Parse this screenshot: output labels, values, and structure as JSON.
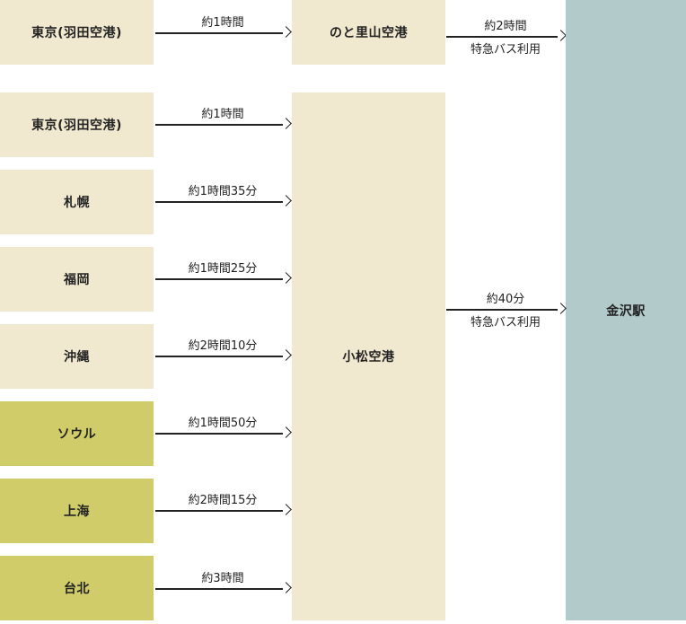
{
  "origins": [
    {
      "name": "東京(羽田空港)",
      "time": "約1時間"
    },
    {
      "name": "札幌",
      "time": "約1時間35分"
    },
    {
      "name": "福岡",
      "time": "約1時間25分"
    },
    {
      "name": "沖縄",
      "time": "約2時間10分"
    },
    {
      "name": "ソウル",
      "time": "約1時間50分"
    },
    {
      "name": "上海",
      "time": "約2時間15分"
    },
    {
      "name": "台北",
      "time": "約3時間"
    }
  ],
  "noto_route": {
    "origin": "東京(羽田空港)",
    "time": "約1時間",
    "airport": "のと里山空港",
    "to_dest_time": "約2時間",
    "to_dest_mode": "特急バス利用"
  },
  "komatsu": {
    "airport": "小松空港",
    "to_dest_time": "約40分",
    "to_dest_mode": "特急バス利用"
  },
  "destination": "金沢駅",
  "colors": {
    "domestic": "#f0e9cf",
    "international": "#cfcc69",
    "hub": "#f0e9cf",
    "destination": "#b2cbca"
  }
}
